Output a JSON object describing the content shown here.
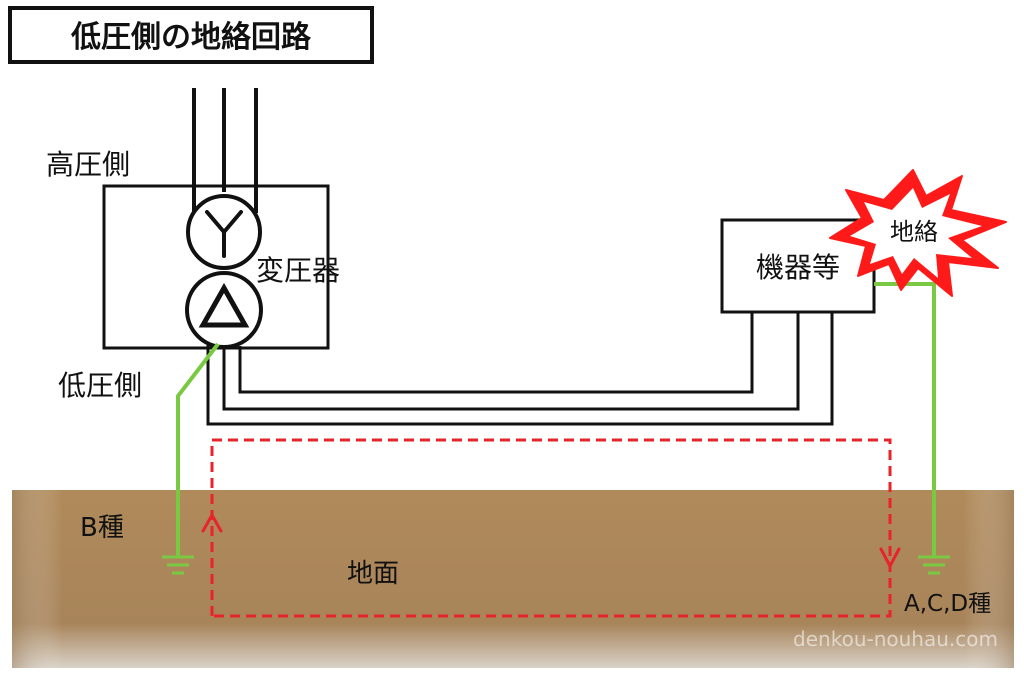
{
  "title": "低圧側の地絡回路",
  "labels": {
    "high_voltage_side": "高圧側",
    "transformer": "変圧器",
    "low_voltage_side": "低圧側",
    "equipment": "機器等",
    "ground_fault": "地絡",
    "b_type_ground": "B種",
    "ground_surface": "地面",
    "acd_type_ground": "A,C,D種",
    "watermark": "denkou-nouhau.com"
  },
  "colors": {
    "ground_fill": "#a88152",
    "wire": "#111111",
    "earth_wire": "#7ac943",
    "fault_path": "#e8232a",
    "burst_fill": "#ff1a1a"
  },
  "icons": {
    "star_winding": "wye-symbol-icon",
    "delta_winding": "delta-symbol-icon",
    "earth_left": "ground-symbol-icon",
    "earth_right": "ground-symbol-icon",
    "fault_burst": "explosion-burst-icon"
  }
}
